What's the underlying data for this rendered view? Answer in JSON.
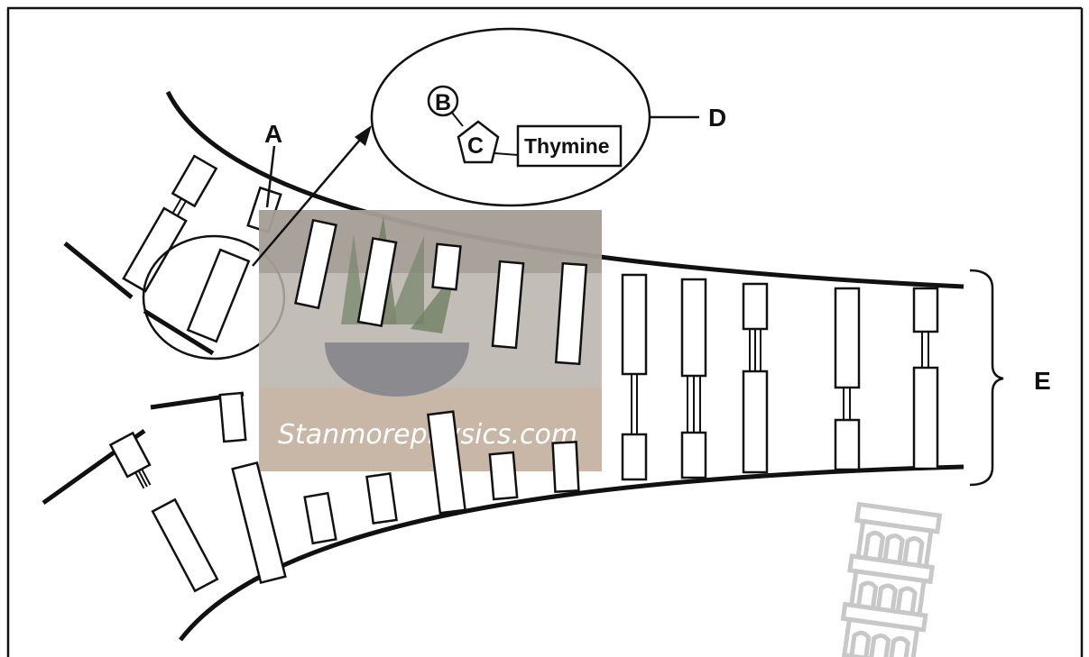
{
  "labels": {
    "a": "A",
    "b": "B",
    "c": "C",
    "d": "D",
    "e": "E",
    "thymine": "Thymine"
  },
  "watermark": {
    "text": "Stanmorephysics.com"
  },
  "icons": {
    "watermark_photo": "potted-plant-photo",
    "tower": "leaning-tower-icon"
  },
  "colors": {
    "ink": "#111111",
    "background": "#ffffff",
    "watermark_text": "#ffffff",
    "tower": "#c8c8c8"
  }
}
